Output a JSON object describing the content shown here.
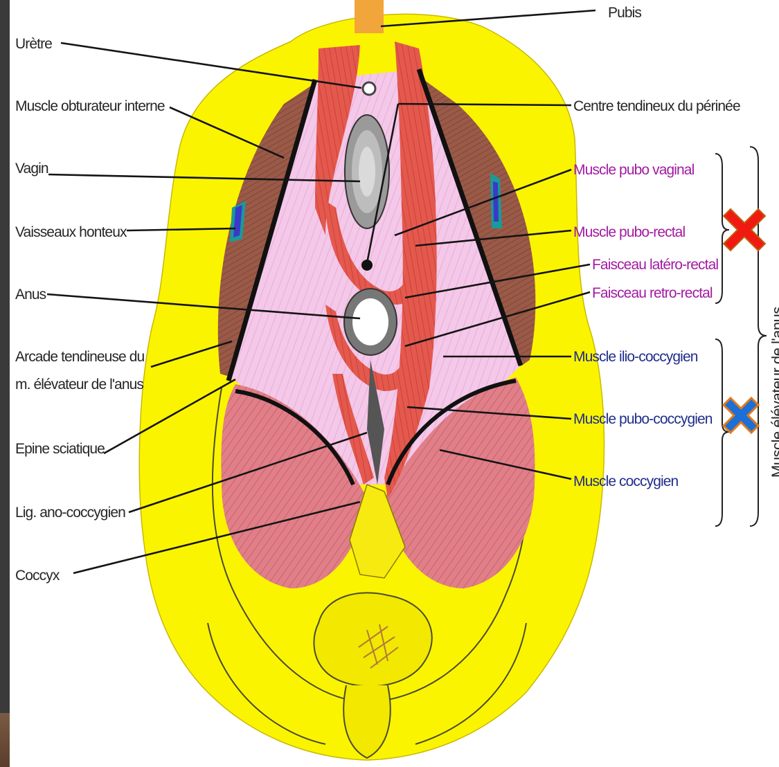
{
  "labels_left": {
    "uretre": "Urètre",
    "obturateur": "Muscle obturateur interne",
    "vagin": "Vagin",
    "vaisseaux": "Vaisseaux honteux",
    "anus": "Anus",
    "arcade_line1": "Arcade tendineuse du",
    "arcade_line2": "m. élévateur de l'anus",
    "epine": "Epine sciatique",
    "lig": "Lig. ano-coccygien",
    "coccyx": "Coccyx"
  },
  "labels_right": {
    "pubis": "Pubis",
    "centre": "Centre tendineux du périnée",
    "pubo_vaginal": "Muscle pubo vaginal",
    "pubo_rectal": "Muscle pubo-rectal",
    "latero_rectal": "Faisceau latéro-rectal",
    "retro_rectal": "Faisceau retro-rectal",
    "ilio_coccygien": "Muscle ilio-coccygien",
    "pubo_coccygien": "Muscle pubo-coccygien",
    "coccygien": "Muscle coccygien"
  },
  "group_title": "Muscle élévateur de l'anus",
  "colors": {
    "purple_label": "#a31aa3",
    "blue_label": "#1f2d8c",
    "yellow": "#fbf400",
    "red_marker": "#f01a10",
    "blue_marker": "#1c6fd6",
    "marker_outline": "#e07a1a"
  },
  "markers": [
    {
      "name": "red-cross-marker",
      "color": "#f01a10"
    },
    {
      "name": "blue-cross-marker",
      "color": "#1c6fd6"
    }
  ]
}
